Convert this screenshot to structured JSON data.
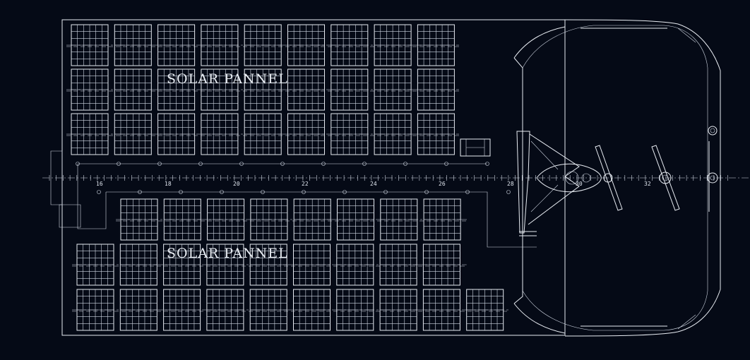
{
  "drawing": {
    "background_color": "#050a16",
    "line_color": "#e8ecf2",
    "labels": {
      "upper_array": "SOLAR PANNEL",
      "lower_array": "SOLAR PANNEL"
    },
    "axis_ticks": [
      "16",
      "18",
      "20",
      "22",
      "24",
      "26",
      "28",
      "30",
      "32"
    ],
    "upper_array": {
      "rows": 3,
      "cols": 9
    },
    "lower_array": {
      "row1": {
        "cols": 8
      },
      "row2": {
        "cols": 9
      },
      "row3": {
        "cols": 10
      }
    }
  }
}
